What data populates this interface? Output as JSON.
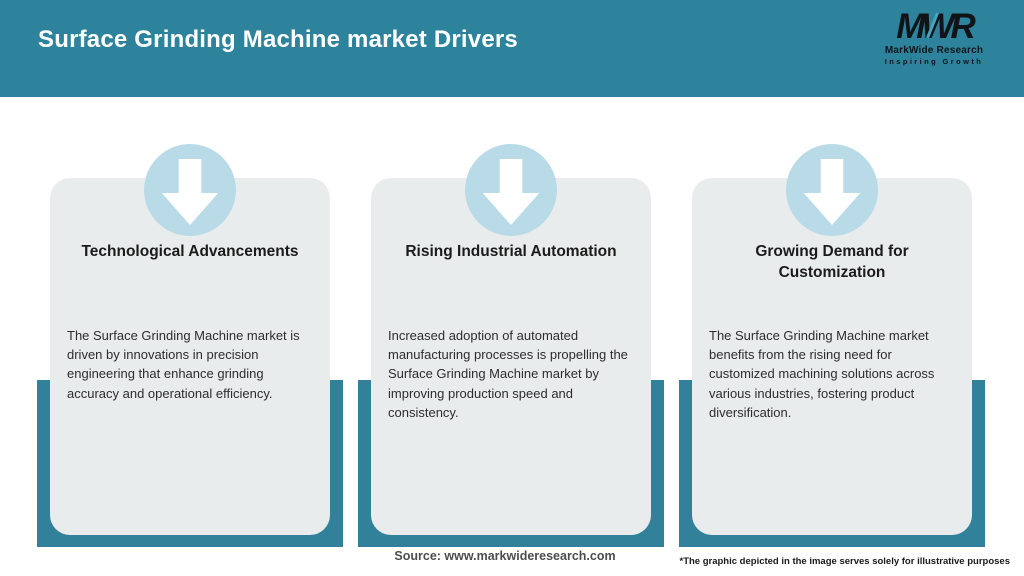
{
  "header": {
    "title": "Surface Grinding Machine market Drivers",
    "logo": {
      "monogram": "MWR",
      "name": "MarkWide Research",
      "tagline": "Inspiring Growth"
    }
  },
  "cards": [
    {
      "title": "Technological Advancements",
      "body": "The Surface Grinding Machine market is driven by innovations in precision engineering that enhance grinding accuracy and operational efficiency."
    },
    {
      "title": "Rising Industrial Automation",
      "body": "Increased adoption of automated manufacturing processes is propelling the Surface Grinding Machine market by improving production speed and consistency."
    },
    {
      "title": "Growing Demand for Customization",
      "body": "The Surface Grinding Machine market benefits from the rising need for customized machining solutions across various industries, fostering product diversification."
    }
  ],
  "footer": {
    "source": "Source: www.markwideresearch.com",
    "disclaimer": "*The graphic depicted in the image serves solely for illustrative purposes"
  },
  "colors": {
    "header_bg": "#2e839c",
    "accent_rect": "#31819b",
    "card_bg": "#e9eced",
    "circle_bg": "#b9dbe7",
    "arrow": "#ffffff",
    "title_text": "#ffffff",
    "card_title_text": "#1b1b1b",
    "card_body_text": "#2d2d2d",
    "source_text": "#4d4d4d"
  },
  "icons": {
    "down_arrow": "down-arrow-icon"
  }
}
